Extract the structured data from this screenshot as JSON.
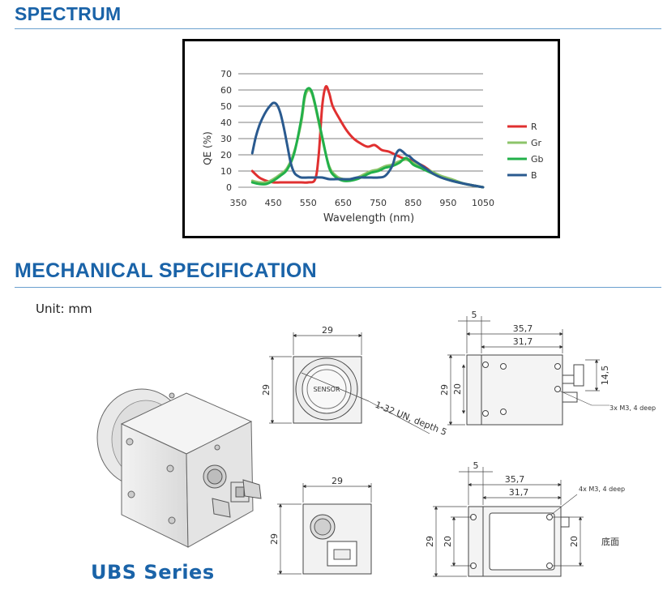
{
  "sections": {
    "spectrum_title": "SPECTRUM",
    "mechanical_title": "MECHANICAL  SPECIFICATION"
  },
  "unit_label": "Unit: mm",
  "series_name": "UBS Series",
  "colors": {
    "heading": "#1a63a8",
    "R": "#e03030",
    "Gr": "#8cc46a",
    "Gb": "#22b04a",
    "B": "#2a5a8f"
  },
  "chart_data": {
    "type": "line",
    "xlabel": "Wavelength (nm)",
    "ylabel": "QE (%)",
    "xlim": [
      350,
      1050
    ],
    "ylim": [
      0,
      70
    ],
    "xticks": [
      350,
      450,
      550,
      650,
      750,
      850,
      950,
      1050
    ],
    "yticks": [
      0,
      10,
      20,
      30,
      40,
      50,
      60,
      70
    ],
    "grid": "horizontal",
    "legend_position": "right",
    "series": [
      {
        "name": "R",
        "color": "#e03030",
        "x": [
          390,
          410,
          430,
          450,
          470,
          490,
          510,
          530,
          550,
          570,
          580,
          590,
          600,
          610,
          620,
          640,
          660,
          680,
          700,
          720,
          740,
          760,
          780,
          800,
          820,
          840,
          860,
          880,
          900,
          920,
          950,
          1000,
          1050
        ],
        "y": [
          10,
          6,
          4,
          3,
          3,
          3,
          3,
          3,
          3,
          5,
          20,
          50,
          62,
          58,
          50,
          42,
          35,
          30,
          27,
          25,
          26,
          23,
          22,
          20,
          18,
          17,
          15,
          13,
          10,
          7,
          5,
          2,
          0
        ]
      },
      {
        "name": "Gr",
        "color": "#8cc46a",
        "x": [
          390,
          410,
          430,
          450,
          470,
          490,
          510,
          530,
          540,
          550,
          560,
          570,
          590,
          610,
          630,
          650,
          670,
          690,
          710,
          730,
          750,
          770,
          790,
          810,
          830,
          850,
          870,
          890,
          910,
          930,
          960,
          1000,
          1050
        ],
        "y": [
          4,
          3,
          3,
          5,
          8,
          12,
          22,
          40,
          55,
          60,
          58,
          50,
          30,
          13,
          7,
          5,
          5,
          6,
          8,
          10,
          11,
          13,
          14,
          16,
          17,
          15,
          13,
          11,
          9,
          7,
          5,
          2,
          0
        ]
      },
      {
        "name": "Gb",
        "color": "#22b04a",
        "x": [
          390,
          410,
          430,
          450,
          470,
          490,
          510,
          530,
          540,
          550,
          560,
          570,
          590,
          610,
          630,
          650,
          670,
          690,
          710,
          730,
          750,
          770,
          790,
          810,
          830,
          850,
          870,
          890,
          910,
          930,
          960,
          1000,
          1050
        ],
        "y": [
          3,
          2,
          2,
          4,
          7,
          11,
          21,
          42,
          57,
          61,
          59,
          51,
          31,
          12,
          6,
          4,
          4,
          5,
          7,
          9,
          10,
          12,
          13,
          15,
          18,
          14,
          12,
          10,
          8,
          6,
          4,
          2,
          0
        ]
      },
      {
        "name": "B",
        "color": "#2a5a8f",
        "x": [
          390,
          400,
          410,
          420,
          430,
          440,
          450,
          460,
          470,
          480,
          490,
          500,
          510,
          520,
          530,
          550,
          570,
          590,
          610,
          630,
          650,
          670,
          690,
          710,
          730,
          750,
          770,
          790,
          800,
          810,
          820,
          830,
          840,
          850,
          870,
          890,
          910,
          930,
          960,
          1000,
          1050
        ],
        "y": [
          21,
          31,
          38,
          43,
          47,
          50,
          52,
          51,
          46,
          37,
          26,
          15,
          9,
          7,
          6,
          6,
          6,
          6,
          5,
          5,
          5,
          5,
          6,
          6,
          6,
          6,
          7,
          13,
          20,
          23,
          22,
          20,
          19,
          17,
          14,
          11,
          8,
          6,
          4,
          2,
          0
        ]
      }
    ]
  },
  "drawings": {
    "front_view": {
      "width_dim": "29",
      "height_dim": "29",
      "sensor_label": "SENSOR",
      "mount_note": "1-32 UN, depth 5"
    },
    "back_view": {
      "width_dim": "29",
      "height_dim": "29"
    },
    "side_view_top": {
      "dim_flange": "5",
      "dim_total": "35,7",
      "dim_body": "31,7",
      "dim_height_outer": "29",
      "dim_height_inner": "20",
      "dim_connector": "14,5",
      "hole_note": "3x M3, 4 deep"
    },
    "side_view_bottom": {
      "dim_flange": "5",
      "dim_total": "35,7",
      "dim_body": "31,7",
      "dim_height_outer": "29",
      "dim_height_inner": "20",
      "dim_right": "20",
      "hole_note": "4x M3, 4 deep",
      "bottom_label": "底面"
    }
  }
}
